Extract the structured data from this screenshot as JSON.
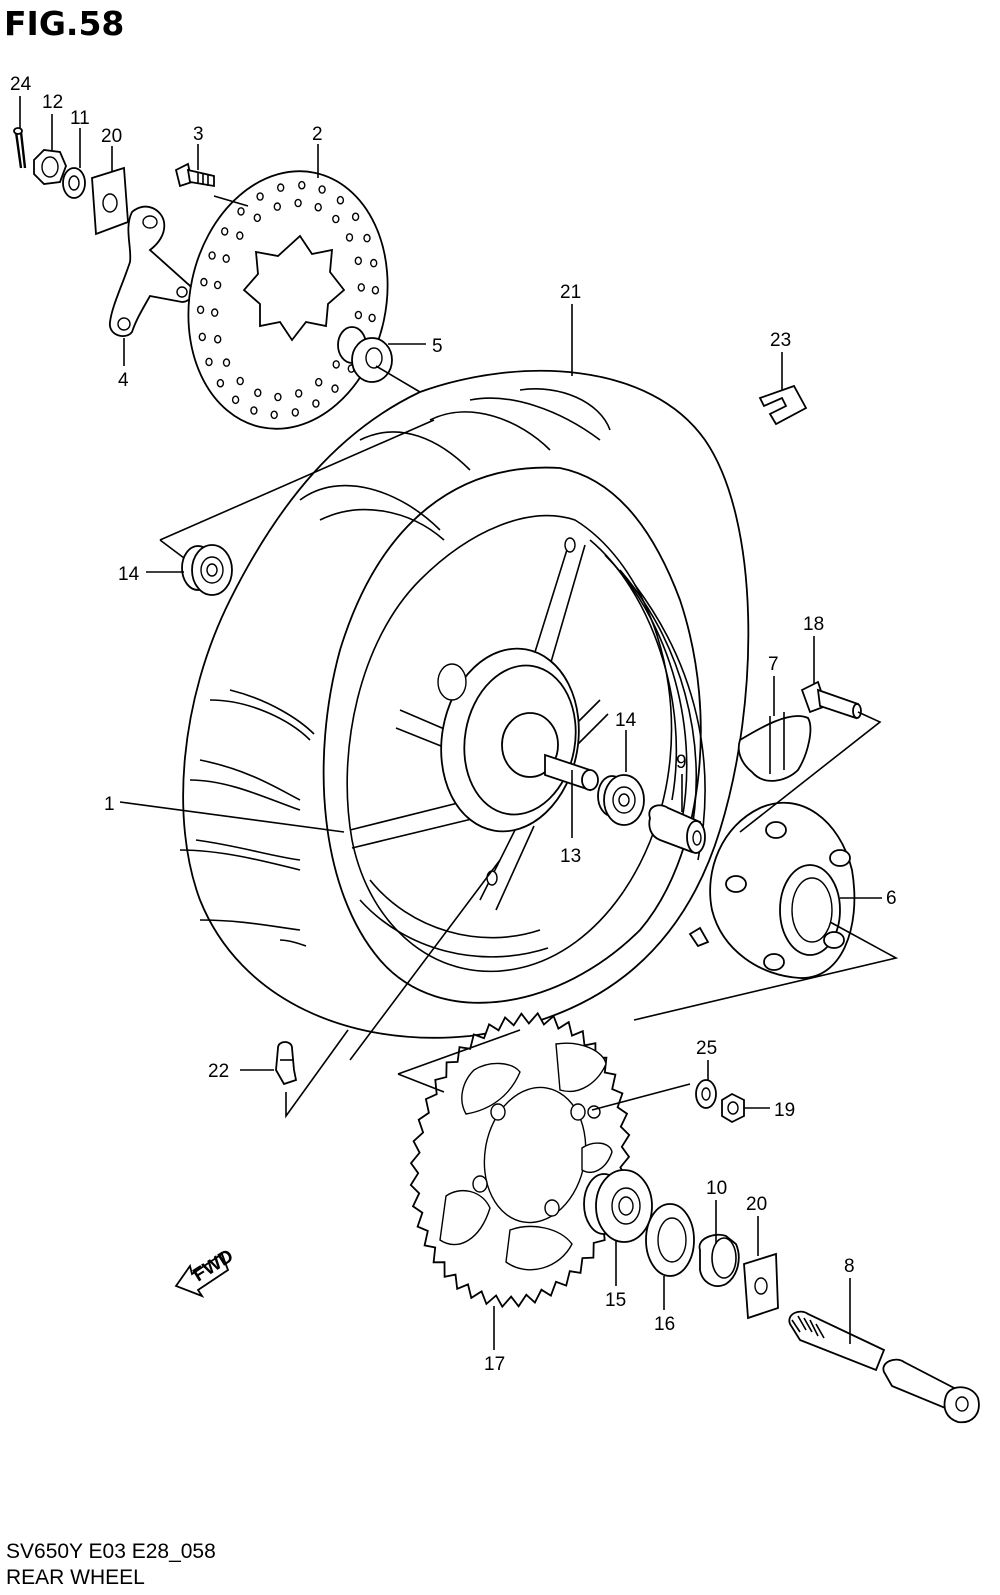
{
  "header": {
    "figure_label": "FIG.58"
  },
  "footer": {
    "model_code": "SV650Y E03 E28_058",
    "section_name": "REAR WHEEL"
  },
  "arrow": {
    "text": "FWD"
  },
  "callouts": [
    {
      "id": "24"
    },
    {
      "id": "12"
    },
    {
      "id": "11"
    },
    {
      "id": "20"
    },
    {
      "id": "3"
    },
    {
      "id": "2"
    },
    {
      "id": "4"
    },
    {
      "id": "5"
    },
    {
      "id": "21"
    },
    {
      "id": "23"
    },
    {
      "id": "14"
    },
    {
      "id": "18"
    },
    {
      "id": "7"
    },
    {
      "id": "14"
    },
    {
      "id": "9"
    },
    {
      "id": "1"
    },
    {
      "id": "13"
    },
    {
      "id": "6"
    },
    {
      "id": "22"
    },
    {
      "id": "25"
    },
    {
      "id": "19"
    },
    {
      "id": "10"
    },
    {
      "id": "20"
    },
    {
      "id": "8"
    },
    {
      "id": "15"
    },
    {
      "id": "16"
    },
    {
      "id": "17"
    }
  ]
}
